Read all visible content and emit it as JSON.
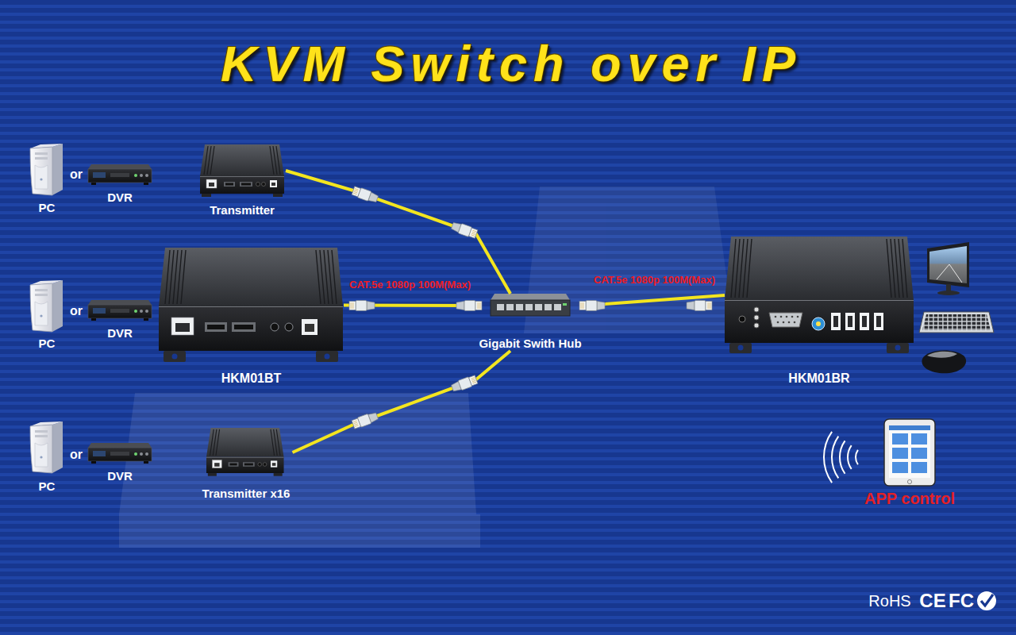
{
  "diagram": {
    "title": "KVM Switch over IP",
    "nodes": [
      {
        "text": [
          "PC"
        ]
      },
      {
        "text": [
          "DVR"
        ]
      },
      {
        "text": [
          "Transmitter"
        ]
      },
      {
        "text": [
          "PC"
        ]
      },
      {
        "text": [
          "DVR"
        ]
      },
      {
        "text": [
          "HKM01BT"
        ]
      },
      {
        "text": [
          "Gigabit Swith Hub"
        ]
      },
      {
        "text": [
          "HKM01BR"
        ]
      },
      {
        "text": [
          "PC"
        ]
      },
      {
        "text": [
          "DVR"
        ]
      },
      {
        "text": [
          "Transmitter x16"
        ]
      },
      {
        "text": [
          "APP control"
        ]
      }
    ],
    "edges": [
      {
        "from": 2,
        "to": 6,
        "arrow": "none"
      },
      {
        "from": 5,
        "to": 6,
        "label": "CAT.5e 1080p 100M(Max)",
        "arrow": "none"
      },
      {
        "from": 10,
        "to": 6,
        "arrow": "none"
      },
      {
        "from": 6,
        "to": 7,
        "label": "CAT.5e 1080p 100M(Max)",
        "arrow": "none"
      }
    ],
    "labels": [
      "or",
      "or",
      "or",
      "RoHS",
      "CE",
      "FC"
    ]
  }
}
